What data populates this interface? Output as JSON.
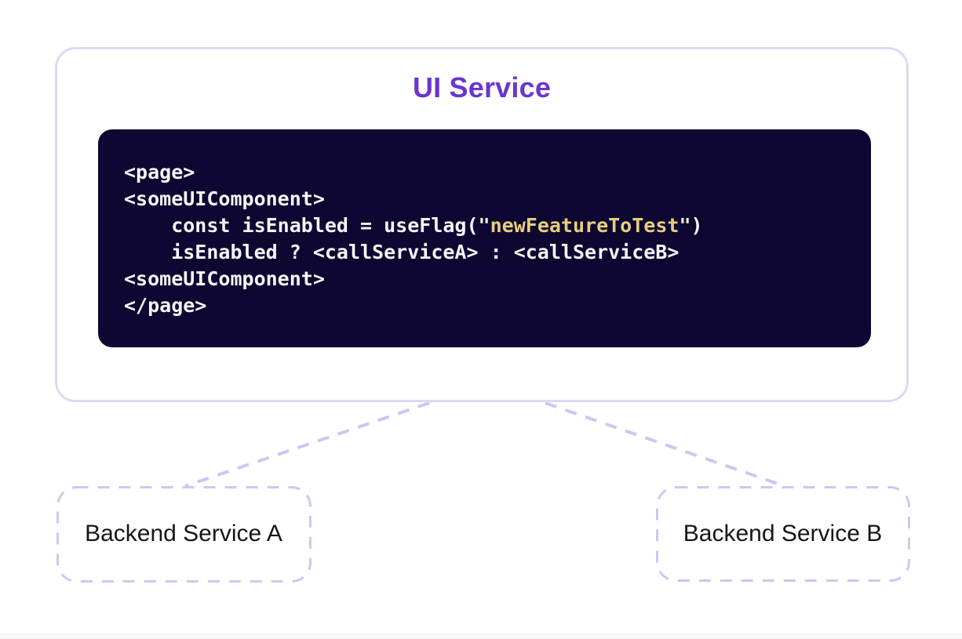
{
  "ui_service": {
    "title": "UI Service",
    "code_lines": [
      [
        {
          "t": "<page>",
          "c": "plain"
        }
      ],
      [
        {
          "t": "<someUIComponent>",
          "c": "plain"
        }
      ],
      [
        {
          "t": "    const isEnabled = useFlag(",
          "c": "plain"
        },
        {
          "t": "\"",
          "c": "quote"
        },
        {
          "t": "newFeatureToTest",
          "c": "string"
        },
        {
          "t": "\"",
          "c": "quote"
        },
        {
          "t": ")",
          "c": "plain"
        }
      ],
      [
        {
          "t": "    isEnabled ? <callServiceA> : <callServiceB>",
          "c": "plain"
        }
      ],
      [
        {
          "t": "<someUIComponent>",
          "c": "plain"
        }
      ],
      [
        {
          "t": "</page>",
          "c": "plain"
        }
      ]
    ]
  },
  "backend_services": [
    {
      "label": "Backend Service A"
    },
    {
      "label": "Backend Service B"
    }
  ],
  "colors": {
    "accent_purple": "#6935D2",
    "code_background": "#0E0732",
    "code_plain": "#F5F5F7",
    "code_string": "#E5CF7D",
    "code_quote": "#EFEBDC",
    "node_border": "#DDD9F2",
    "dashed_border": "#C7CAF0",
    "label_text": "#15151B"
  }
}
